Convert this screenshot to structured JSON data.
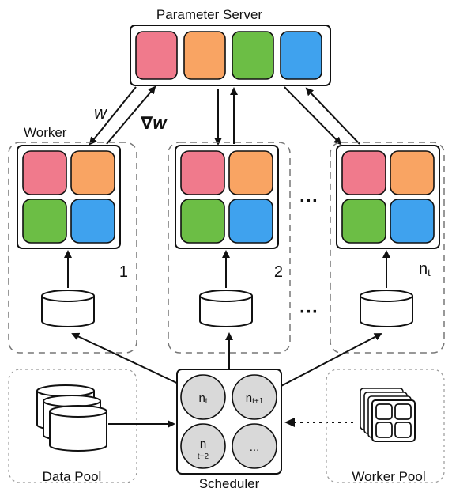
{
  "parameter_server": {
    "label": "Parameter Server"
  },
  "colors": {
    "red": "#F07A8C",
    "orange": "#F9A463",
    "green": "#6CBE45",
    "blue": "#3FA2EE",
    "node_gray": "#D9D9D9"
  },
  "arrows": {
    "weights": "w",
    "gradient": "∇w"
  },
  "workers": {
    "title": "Worker",
    "index_1": "1",
    "index_2": "2",
    "index_n": "n",
    "index_n_sub": "t"
  },
  "ellipsis": "···",
  "scheduler": {
    "label": "Scheduler",
    "nodes": [
      {
        "base": "n",
        "sub": "t"
      },
      {
        "base": "n",
        "sub": "t+1"
      },
      {
        "base": "n",
        "sub": "t+2"
      },
      {
        "base": "...",
        "sub": ""
      }
    ]
  },
  "data_pool": {
    "label": "Data Pool"
  },
  "worker_pool": {
    "label": "Worker Pool"
  }
}
